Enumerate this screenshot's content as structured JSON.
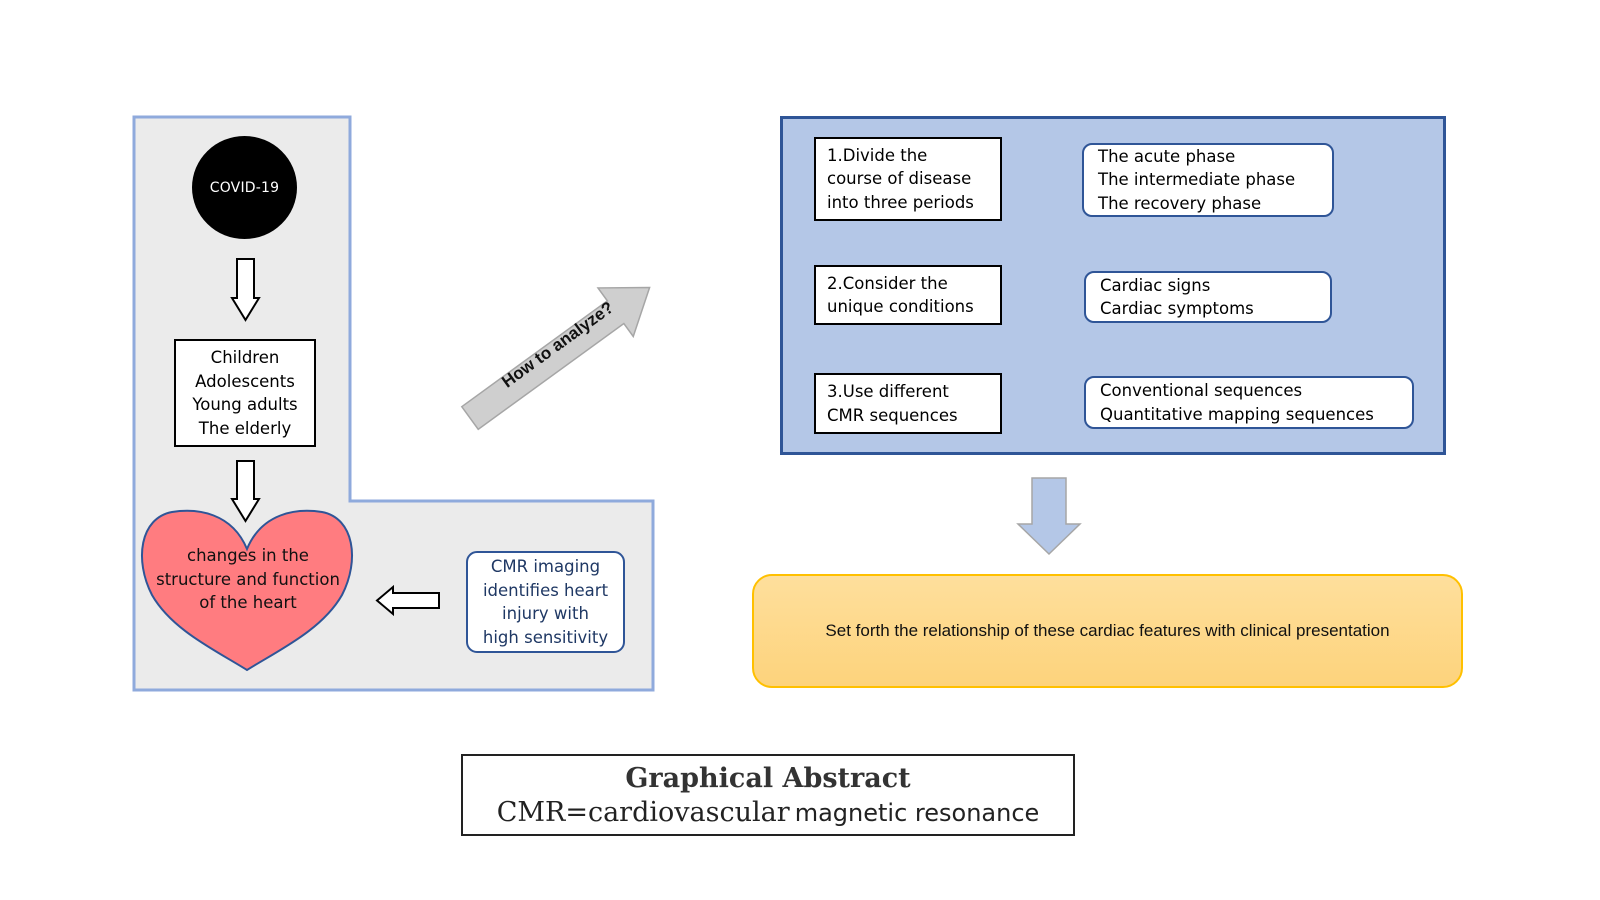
{
  "left_panel": {
    "start_node": "COVID-19",
    "populations": [
      "Children",
      "Adolescents",
      "Young adults",
      "The elderly"
    ],
    "heart_text": [
      "changes in the",
      "structure and function",
      "of the heart"
    ],
    "cmr_text": [
      "CMR imaging",
      "identifies heart",
      "injury with",
      "high sensitivity"
    ]
  },
  "diagonal_arrow": {
    "label": "How to analyze?"
  },
  "analysis_panel": {
    "steps": [
      {
        "lines": [
          "1.Divide the",
          "course of disease",
          "into three periods"
        ],
        "results": [
          "The acute phase",
          "The intermediate phase",
          "The recovery phase"
        ]
      },
      {
        "lines": [
          "2.Consider the",
          "unique conditions"
        ],
        "results": [
          "Cardiac signs",
          "Cardiac symptoms"
        ]
      },
      {
        "lines": [
          "3.Use different",
          "CMR sequences"
        ],
        "results": [
          "Conventional sequences",
          "Quantitative mapping sequences"
        ]
      }
    ]
  },
  "conclusion": {
    "text": "Set forth the relationship of these cardiac features with clinical presentation"
  },
  "caption": {
    "title": "Graphical Abstract",
    "abbr_serif": "CMR=cardiovascular",
    "abbr_sans": "magnetic resonance"
  },
  "colors": {
    "left_panel_fill": "#ebebeb",
    "left_panel_border": "#8faadc",
    "heart_fill": "#ff7c80",
    "heart_border": "#2f5597",
    "blue_panel_fill": "#b4c7e7",
    "blue_panel_border": "#2f5597",
    "conclusion_fill": "#fdd890",
    "conclusion_border": "#ffc000",
    "gray_arrow": "#cfcfcf"
  }
}
